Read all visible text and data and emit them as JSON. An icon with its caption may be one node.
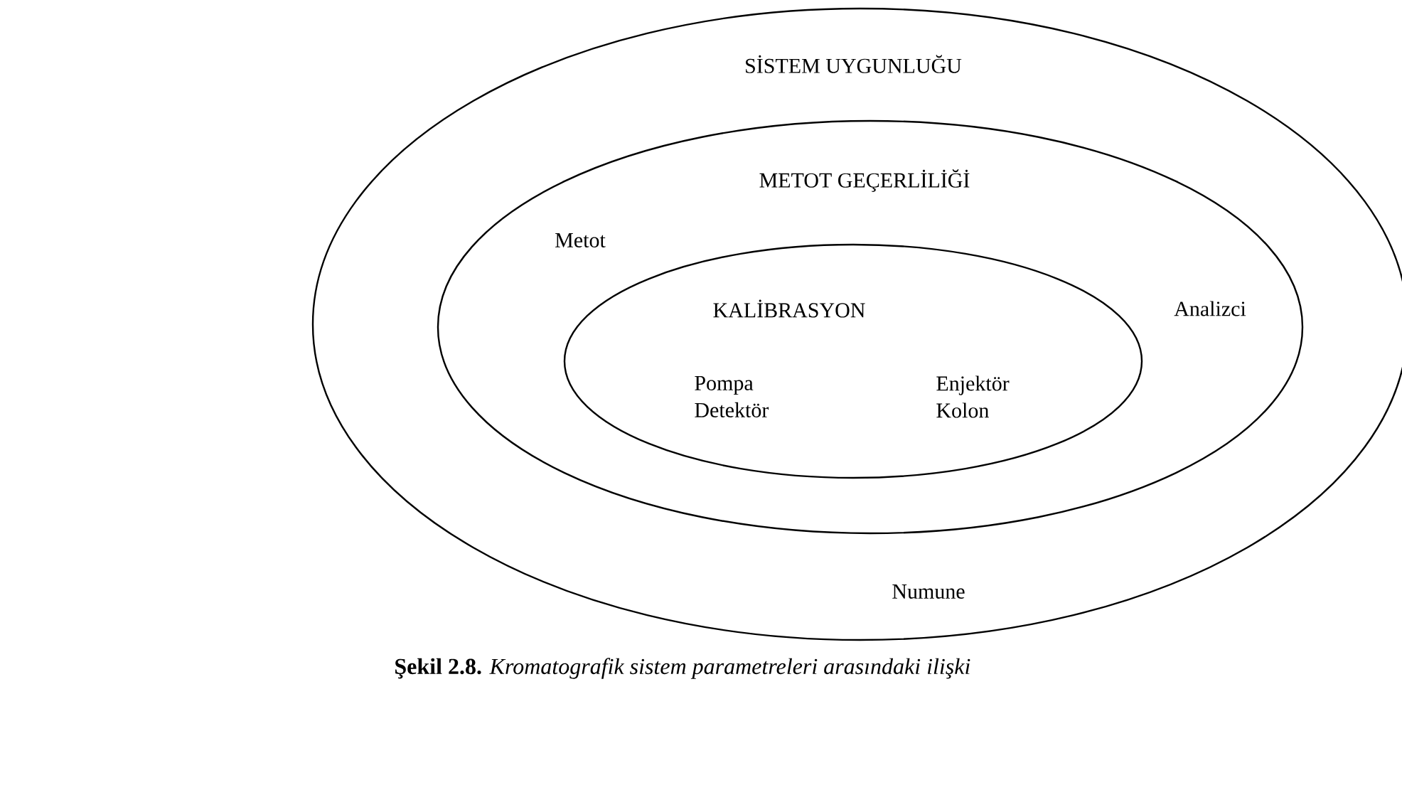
{
  "diagram": {
    "caption": "**Şekil 2.8.** *Kromatografik sistem parametreleri arasındaki ilişki*",
    "nodes": [
      {
        "text": [
          "SİSTEM UYGUNLUĞU",
          "Numune"
        ]
      },
      {
        "text": [
          "METOT GEÇERLİLİĞİ",
          "Metot",
          "Analizci"
        ],
        "in": 0
      },
      {
        "text": [
          "KALİBRASYON",
          "Pompa Detektör",
          "Enjektör Kolon"
        ],
        "in": 1
      }
    ]
  }
}
